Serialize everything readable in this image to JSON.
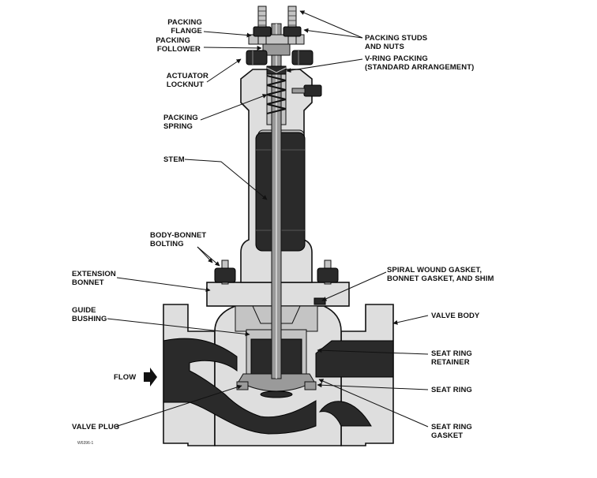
{
  "labels": {
    "packing_flange": [
      "PACKING",
      "FLANGE"
    ],
    "packing_follower": [
      "PACKING",
      "FOLLOWER"
    ],
    "actuator_locknut": [
      "ACTUATOR",
      "LOCKNUT"
    ],
    "packing_spring": [
      "PACKING",
      "SPRING"
    ],
    "stem": [
      "STEM"
    ],
    "body_bonnet_bolting": [
      "BODY-BONNET",
      "BOLTING"
    ],
    "extension_bonnet": [
      "EXTENSION",
      "BONNET"
    ],
    "guide_bushing": [
      "GUIDE",
      "BUSHING"
    ],
    "flow": [
      "FLOW"
    ],
    "valve_plug": [
      "VALVE PLUG"
    ],
    "packing_studs_nuts": [
      "PACKING STUDS",
      "AND NUTS"
    ],
    "v_ring_packing": [
      "V-RING PACKING",
      "(STANDARD ARRANGEMENT)"
    ],
    "spiral_wound_gasket": [
      "SPIRAL WOUND GASKET,",
      "BONNET GASKET, AND SHIM"
    ],
    "valve_body": [
      "VALVE BODY"
    ],
    "seat_ring_retainer": [
      "SEAT RING",
      "RETAINER"
    ],
    "seat_ring": [
      "SEAT RING"
    ],
    "seat_ring_gasket": [
      "SEAT RING",
      "GASKET"
    ]
  },
  "figure_id": "W6396-1"
}
